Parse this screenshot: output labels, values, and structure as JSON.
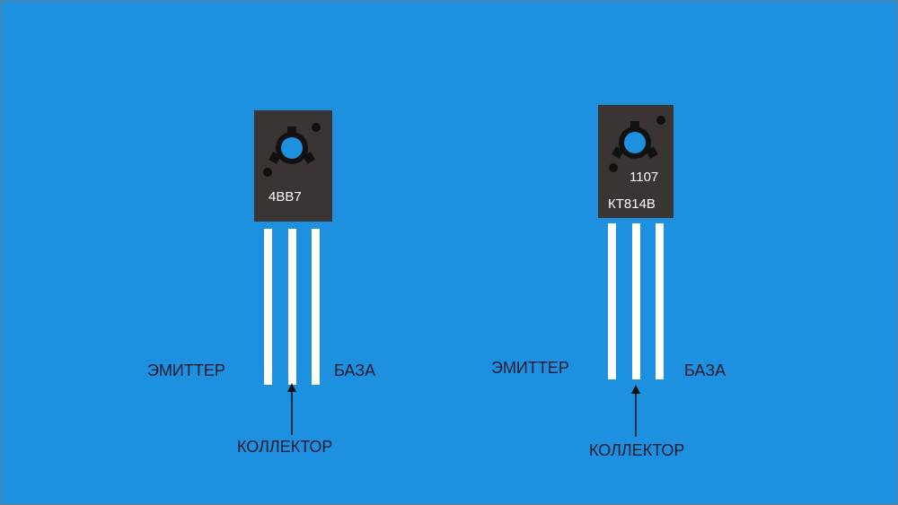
{
  "left_transistor": {
    "marking_line1": "4BB7",
    "marking_line2": "",
    "emitter_label": "ЭМИТТЕР",
    "base_label": "БАЗА",
    "collector_label": "КОЛЛЕКТОР"
  },
  "right_transistor": {
    "marking_line1": "1107",
    "marking_line2": "КТ814В",
    "emitter_label": "ЭМИТТЕР",
    "base_label": "БАЗА",
    "collector_label": "КОЛЛЕКТОР"
  },
  "colors": {
    "background": "#1e90e0",
    "package": "#3a3432",
    "leads": "#ffffff",
    "label_text": "#1a1a2e"
  }
}
